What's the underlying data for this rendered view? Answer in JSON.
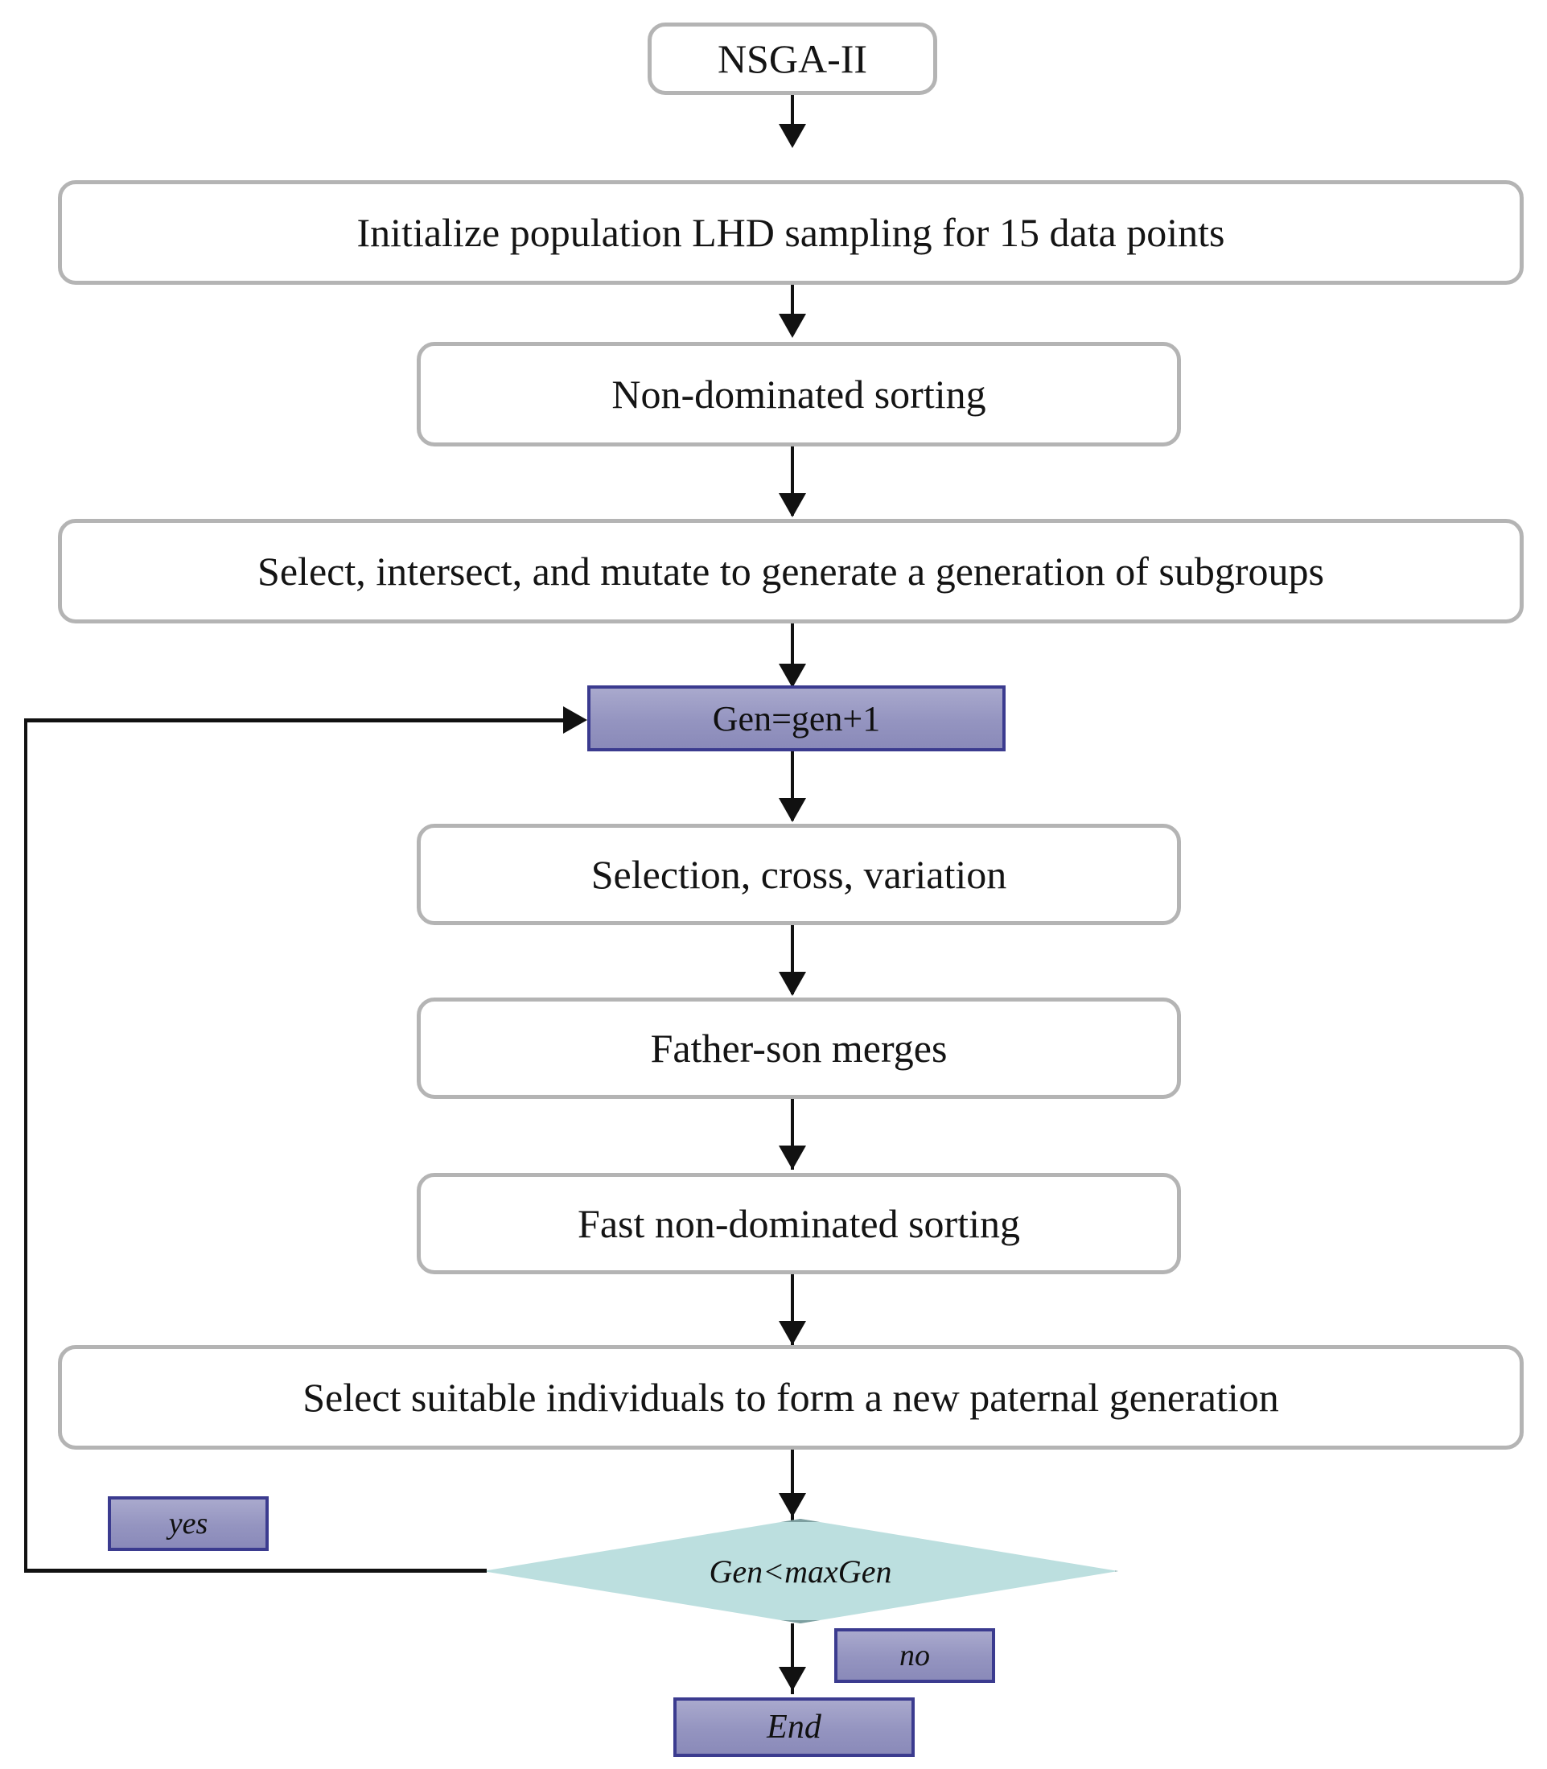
{
  "diagram": {
    "title": "NSGA-II flowchart",
    "colors": {
      "box_border": "#b4b4b4",
      "box_fill": "#ffffff",
      "purple_fill": "#9494c0",
      "purple_border": "#3b3b8f",
      "diamond_fill": "#bcdfdf",
      "diamond_border": "#7d9fa0",
      "connector": "#111111",
      "text": "#141414"
    },
    "nodes": {
      "start": "NSGA-II",
      "initialize": "Initialize population LHD sampling for 15 data points",
      "nondominated_sorting": "Non-dominated sorting",
      "select_intersect_mutate": "Select, intersect, and mutate to generate a generation of subgroups",
      "gen_increment": "Gen=gen+1",
      "selection_cross_variation": "Selection, cross, variation",
      "father_son_merges": "Father-son merges",
      "fast_nondominated_sorting": "Fast non-dominated sorting",
      "select_suitable": "Select suitable individuals to form a new paternal generation",
      "decision": "Gen<maxGen",
      "end": "End"
    },
    "labels": {
      "yes": "yes",
      "no": "no"
    }
  }
}
